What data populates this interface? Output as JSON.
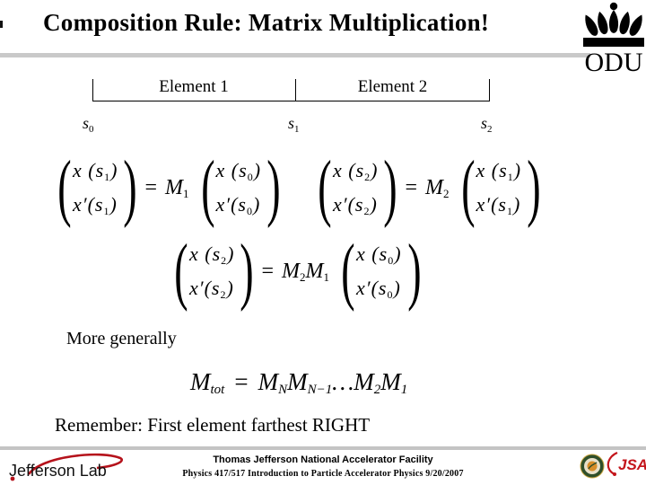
{
  "slide": {
    "title": "Composition Rule: Matrix Multiplication!",
    "more_generally": "More generally",
    "remember": "Remember: First element farthest RIGHT"
  },
  "glyphs": {
    "paren_open": "(",
    "paren_close": ")"
  },
  "diagram": {
    "element1": "Element 1",
    "element2": "Element 2",
    "s": [
      {
        "base": "s",
        "sub": "0"
      },
      {
        "base": "s",
        "sub": "1"
      },
      {
        "base": "s",
        "sub": "2"
      }
    ]
  },
  "equations": {
    "eq1": {
      "lhs": [
        {
          "pre": "x (s",
          "sub": "1",
          "post": ")"
        },
        {
          "pre": "x′(s",
          "sub": "1",
          "post": ")"
        }
      ],
      "rel": "=",
      "m": [
        {
          "base": "M",
          "sub": "1"
        }
      ],
      "rhs": [
        {
          "pre": "x (s",
          "sub": "0",
          "post": ")"
        },
        {
          "pre": "x′(s",
          "sub": "0",
          "post": ")"
        }
      ]
    },
    "eq2": {
      "lhs": [
        {
          "pre": "x (s",
          "sub": "2",
          "post": ")"
        },
        {
          "pre": "x′(s",
          "sub": "2",
          "post": ")"
        }
      ],
      "rel": "=",
      "m": [
        {
          "base": "M",
          "sub": "2"
        }
      ],
      "rhs": [
        {
          "pre": "x (s",
          "sub": "1",
          "post": ")"
        },
        {
          "pre": "x′(s",
          "sub": "1",
          "post": ")"
        }
      ]
    },
    "eq3": {
      "lhs": [
        {
          "pre": "x (s",
          "sub": "2",
          "post": ")"
        },
        {
          "pre": "x′(s",
          "sub": "2",
          "post": ")"
        }
      ],
      "rel": "=",
      "m": [
        {
          "base": "M",
          "sub": "2"
        },
        {
          "base": "M",
          "sub": "1"
        }
      ],
      "rhs": [
        {
          "pre": "x (s",
          "sub": "0",
          "post": ")"
        },
        {
          "pre": "x′(s",
          "sub": "0",
          "post": ")"
        }
      ]
    },
    "general": {
      "lhs": {
        "base": "M",
        "sub": "tot"
      },
      "rel": "=",
      "terms": [
        {
          "base": "M",
          "sub": "N"
        },
        {
          "base": "M",
          "sub": "N−1"
        },
        {
          "base": "…M",
          "sub": "2"
        },
        {
          "base": "M",
          "sub": "1"
        }
      ]
    }
  },
  "logos": {
    "odu": "ODU",
    "jlab": "Jefferson Lab",
    "jsa": "JSA"
  },
  "footer": {
    "facility": "Thomas Jefferson National Accelerator Facility",
    "course": "Physics 417/517 Introduction to Particle Accelerator Physics 9/20/2007"
  },
  "colors": {
    "rule_gray": "#c9c9c9",
    "footer_bar_gray": "#c4c4c4",
    "brand_red": "#b5121b",
    "jsa_red": "#c4161c",
    "seal_green": "#2f4f2a",
    "text_black": "#000000"
  }
}
